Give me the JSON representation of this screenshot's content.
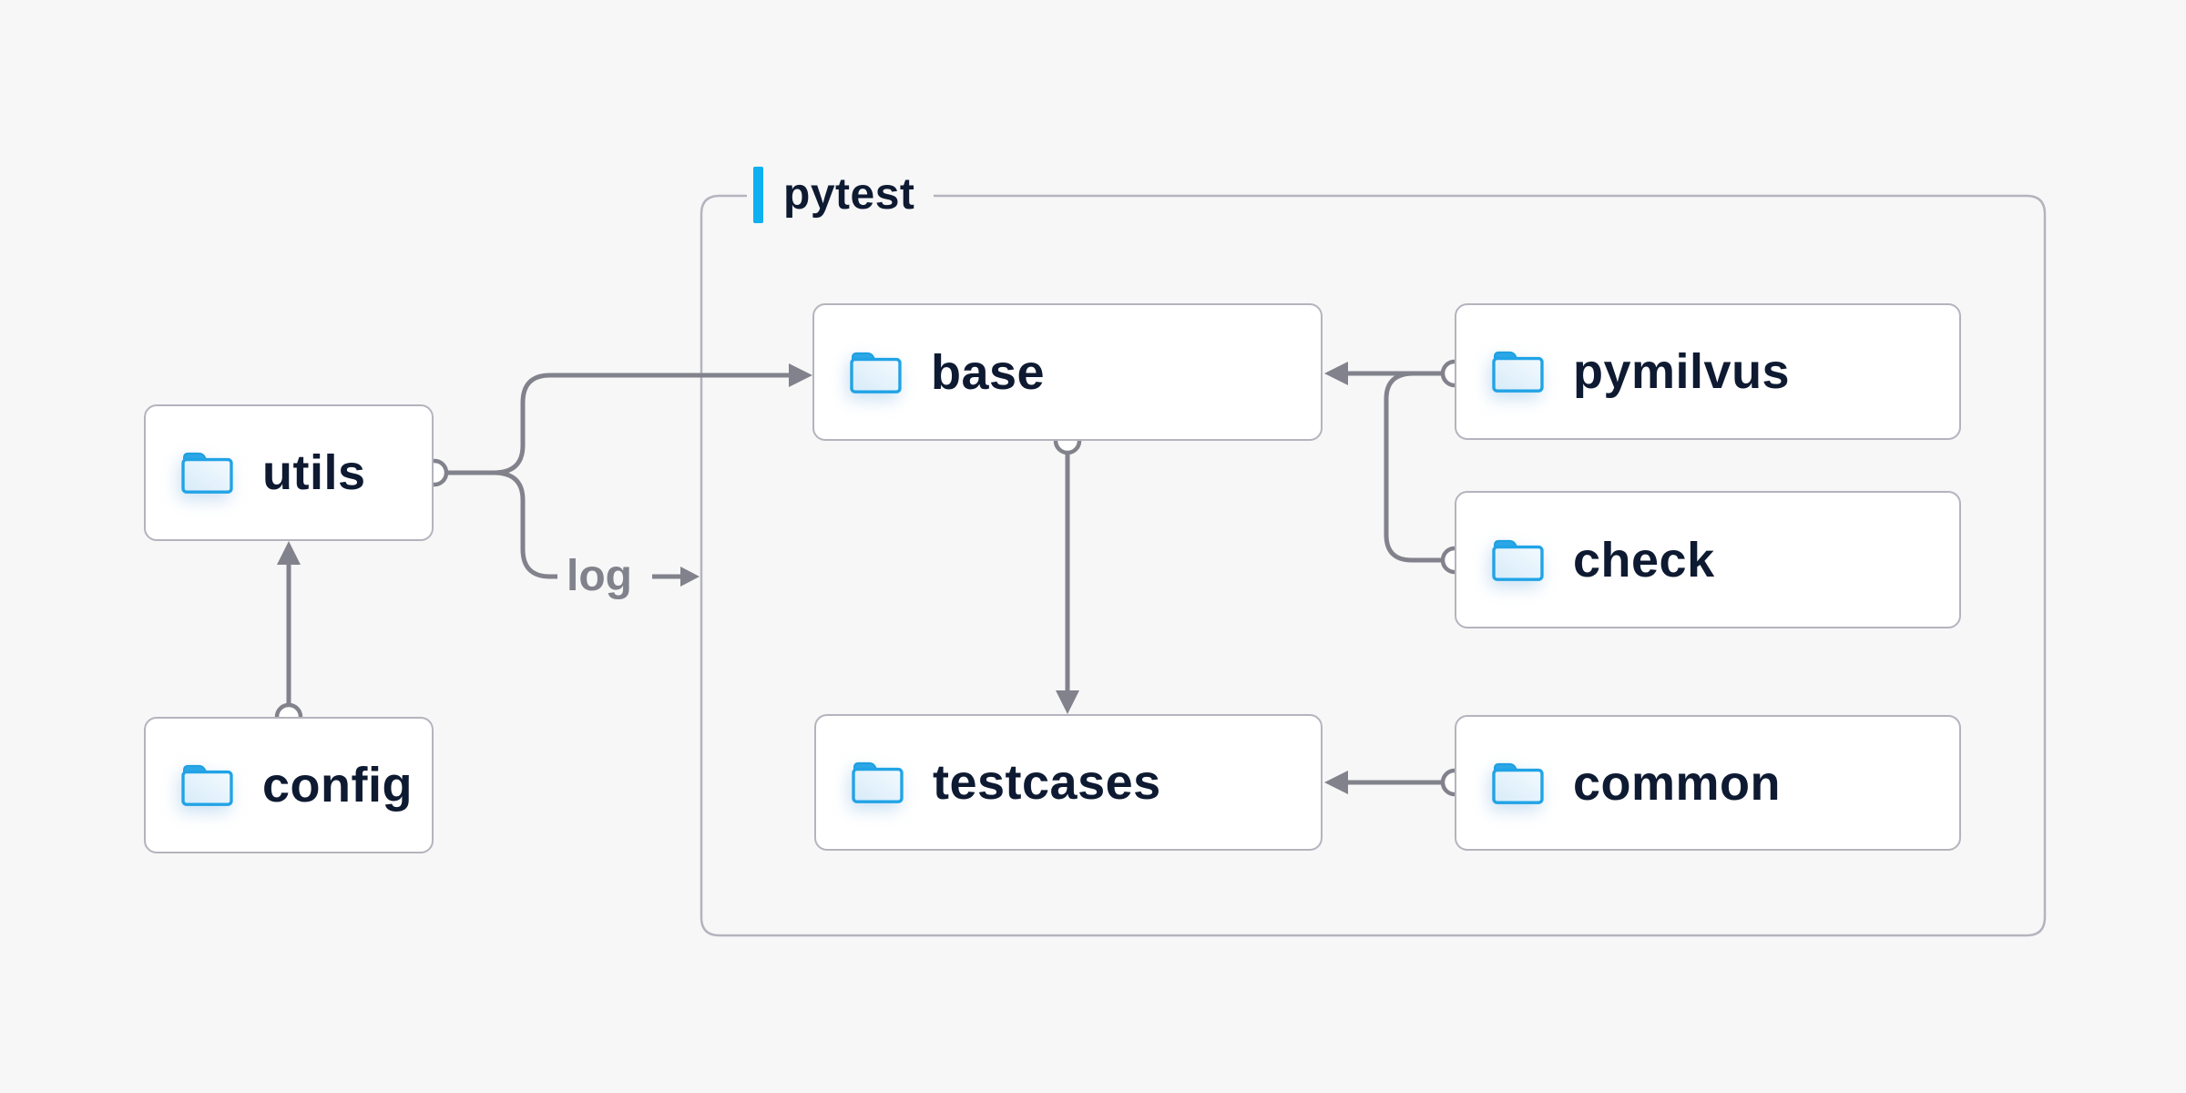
{
  "diagram": {
    "group": {
      "label": "pytest"
    },
    "nodes": {
      "utils": {
        "label": "utils"
      },
      "config": {
        "label": "config"
      },
      "base": {
        "label": "base"
      },
      "testcases": {
        "label": "testcases"
      },
      "pymilvus": {
        "label": "pymilvus"
      },
      "check": {
        "label": "check"
      },
      "common": {
        "label": "common"
      }
    },
    "edge_label_log": "log",
    "edges": [
      {
        "from": "config",
        "to": "utils"
      },
      {
        "from": "utils",
        "to": "base"
      },
      {
        "from": "utils",
        "to": "pytest-group",
        "label": "log"
      },
      {
        "from": "pymilvus",
        "to": "base"
      },
      {
        "from": "check",
        "to": "base"
      },
      {
        "from": "base",
        "to": "testcases"
      },
      {
        "from": "common",
        "to": "testcases"
      }
    ],
    "colors": {
      "background": "#f7f7f8",
      "node_fill": "#ffffff",
      "node_border": "#b4b4be",
      "group_border": "#b4b4be",
      "connector": "#82828c",
      "text": "#0e1a31",
      "muted_text": "#82828c",
      "accent_blue": "#0fb0ef",
      "folder_blue": "#21a3e6"
    }
  }
}
